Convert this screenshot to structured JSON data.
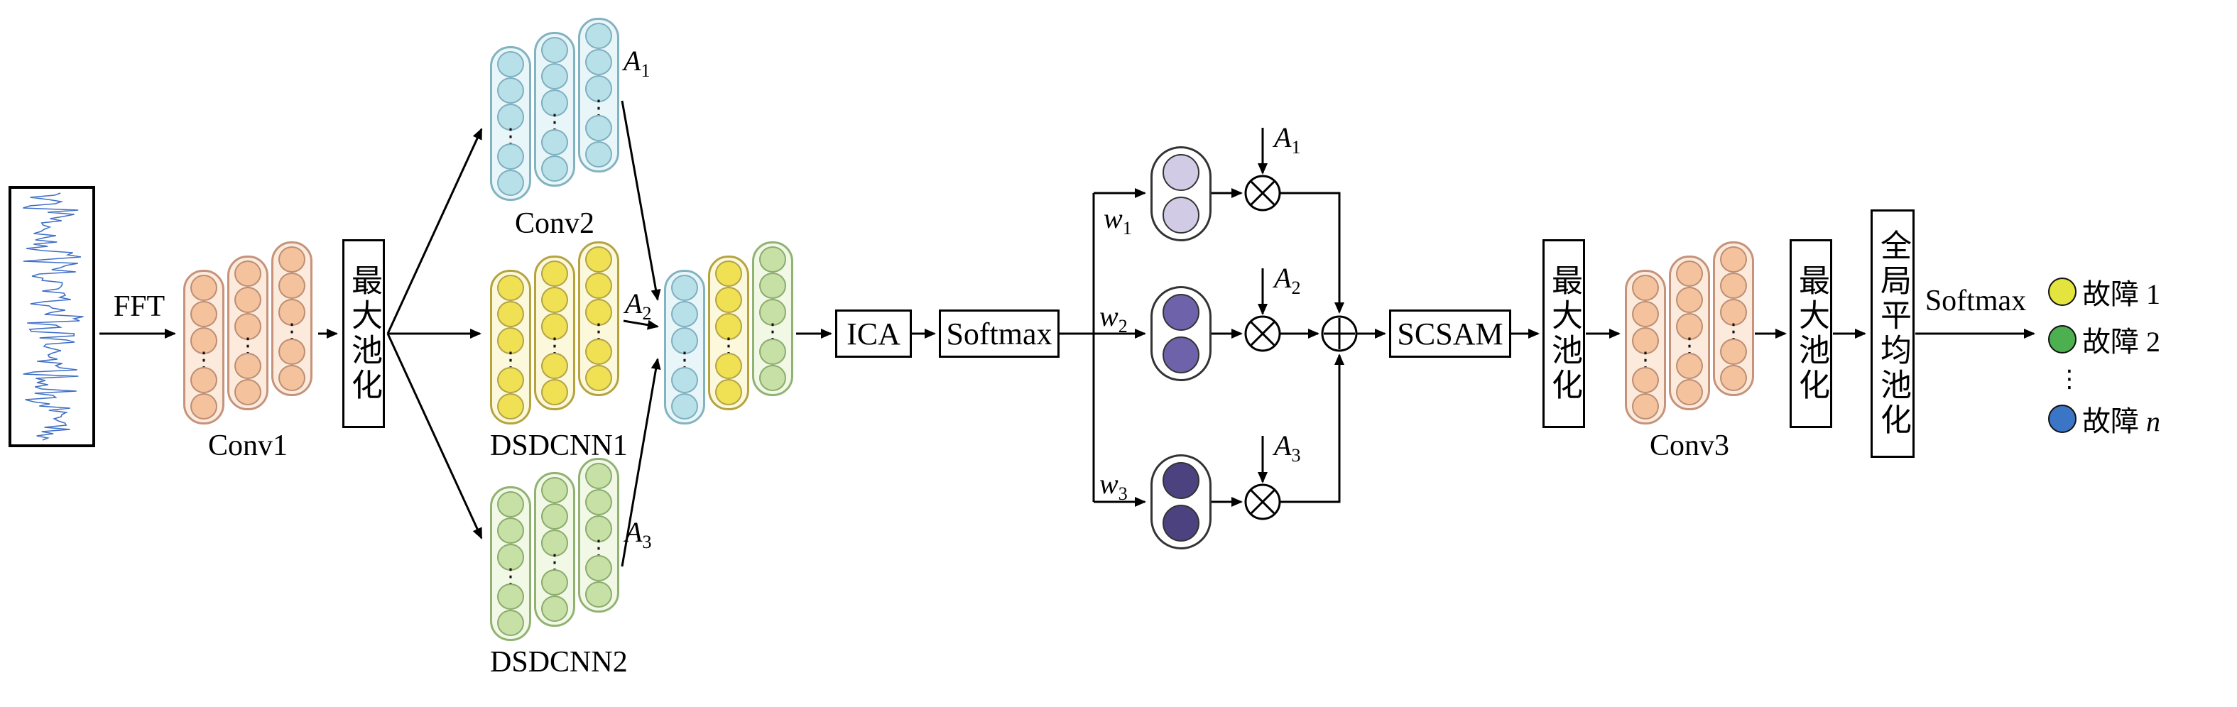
{
  "labels": {
    "fft": "FFT",
    "conv1": "Conv1",
    "conv2": "Conv2",
    "dsdcnn1": "DSDCNN1",
    "dsdcnn2": "DSDCNN2",
    "conv3": "Conv3",
    "ica": "ICA",
    "softmax": "Softmax",
    "scsam": "SCSAM",
    "max_pool": "最大池化",
    "global_avg_pool": "全局平均池化",
    "softmax_out": "Softmax"
  },
  "variables": {
    "a1": {
      "base": "A",
      "sub": "1"
    },
    "a2": {
      "base": "A",
      "sub": "2"
    },
    "a3": {
      "base": "A",
      "sub": "3"
    },
    "w1": {
      "base": "w",
      "sub": "1"
    },
    "w2": {
      "base": "w",
      "sub": "2"
    },
    "w3": {
      "base": "w",
      "sub": "3"
    }
  },
  "palette": {
    "peach": {
      "col_bg": "#fcebdd",
      "col_border": "#c6927a",
      "circle": "#f4c29c",
      "circle_border": "#bd8e74"
    },
    "cyan": {
      "col_bg": "#e9f6f9",
      "col_border": "#83b3c0",
      "circle": "#b8e0e8",
      "circle_border": "#7fafc0"
    },
    "yellow": {
      "col_bg": "#fcf8dc",
      "col_border": "#b5a33e",
      "circle": "#efe054",
      "circle_border": "#b3a347"
    },
    "green": {
      "col_bg": "#f1f8e6",
      "col_border": "#92b273",
      "circle": "#c6e0a5",
      "circle_border": "#8cab6e"
    }
  },
  "stacks": {
    "conv1": {
      "columns": [
        "peach",
        "peach",
        "peach"
      ]
    },
    "conv2": {
      "columns": [
        "cyan",
        "cyan",
        "cyan"
      ]
    },
    "dsdcnn1": {
      "columns": [
        "yellow",
        "yellow",
        "yellow"
      ]
    },
    "dsdcnn2": {
      "columns": [
        "green",
        "green",
        "green"
      ]
    },
    "concat": {
      "columns": [
        "cyan",
        "yellow",
        "green"
      ]
    },
    "conv3": {
      "columns": [
        "peach",
        "peach",
        "peach"
      ]
    }
  },
  "capsules": [
    {
      "color": "#d2cbe5"
    },
    {
      "color": "#6e63aa"
    },
    {
      "color": "#4d4280"
    }
  ],
  "outputs": [
    {
      "label": "故障 1",
      "color": "#e3e43e"
    },
    {
      "label": "故障 2",
      "color": "#4caf50"
    },
    {
      "label": "故障 ",
      "var": "n",
      "color": "#3a76c5",
      "dots_before": true
    }
  ],
  "ellipsis": "⋮",
  "colors": {
    "line": "#000000",
    "signal": "#3f6ec6"
  }
}
